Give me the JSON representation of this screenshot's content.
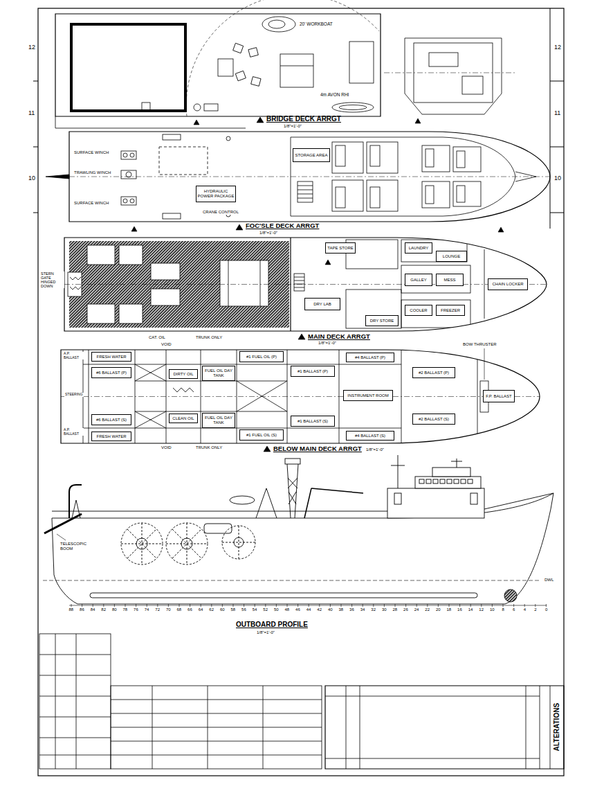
{
  "diagram": {
    "nodes": [
      {
        "text": [
          "BRIDGE DECK ARRGT",
          "1/8\"=1'-0\""
        ]
      },
      {
        "text": [
          "FOC'SLE DECK ARRGT",
          "1/8\"=1'-0\""
        ]
      },
      {
        "text": [
          "STORAGE AREA"
        ],
        "in": 1
      },
      {
        "text": [
          "HYDRAULIC POWER PACKAGE"
        ],
        "in": 1
      },
      {
        "text": [
          "MAIN DECK ARRGT",
          "1/8\"=1'-0\""
        ]
      },
      {
        "text": [
          "TAPE STORE"
        ],
        "in": 4
      },
      {
        "text": [
          "DRY LAB"
        ],
        "in": 4
      },
      {
        "text": [
          "LAUNDRY"
        ],
        "in": 4
      },
      {
        "text": [
          "GALLEY"
        ],
        "in": 4
      },
      {
        "text": [
          "MESS"
        ],
        "in": 4
      },
      {
        "text": [
          "LOUNGE"
        ],
        "in": 4
      },
      {
        "text": [
          "COOLER"
        ],
        "in": 4
      },
      {
        "text": [
          "FREEZER"
        ],
        "in": 4
      },
      {
        "text": [
          "DRY STORE"
        ],
        "in": 4
      },
      {
        "text": [
          "CHAIN LOCKER"
        ],
        "in": 4
      },
      {
        "text": [
          "BELOW MAIN DECK ARRGT",
          "1/8\"=1'-0\""
        ]
      },
      {
        "text": [
          "FRESH WATER"
        ],
        "in": 15
      },
      {
        "text": [
          "#6 BALLAST (P)"
        ],
        "in": 15
      },
      {
        "text": [
          "#6 BALLAST (S)"
        ],
        "in": 15
      },
      {
        "text": [
          "FRESH WATER"
        ],
        "in": 15
      },
      {
        "text": [
          "DIRTY OIL"
        ],
        "in": 15
      },
      {
        "text": [
          "CLEAN OIL"
        ],
        "in": 15
      },
      {
        "text": [
          "FUEL OIL DAY TANK"
        ],
        "in": 15
      },
      {
        "text": [
          "FUEL OIL DAY TANK"
        ],
        "in": 15
      },
      {
        "text": [
          "#1 FUEL OIL (P)"
        ],
        "in": 15
      },
      {
        "text": [
          "#1 FUEL OIL (S)"
        ],
        "in": 15
      },
      {
        "text": [
          "#1 BALLAST (P)"
        ],
        "in": 15
      },
      {
        "text": [
          "#1 BALLAST (S)"
        ],
        "in": 15
      },
      {
        "text": [
          "INSTRUMENT ROOM"
        ],
        "in": 15
      },
      {
        "text": [
          "#4 BALLAST (P)"
        ],
        "in": 15
      },
      {
        "text": [
          "#4 BALLAST (S)"
        ],
        "in": 15
      },
      {
        "text": [
          "#2 BALLAST (P)"
        ],
        "in": 15
      },
      {
        "text": [
          "#2 BALLAST (S)"
        ],
        "in": 15
      },
      {
        "text": [
          "F.P. BALLAST"
        ],
        "in": 15
      },
      {
        "text": [
          "ALTERATIONS"
        ]
      }
    ],
    "labels": [
      "12",
      "11",
      "10",
      "12",
      "11",
      "10",
      "20' WORKBOAT",
      "4m AVON RHI",
      "SURFACE WINCH",
      "TRAWLING WINCH",
      "SURFACE WINCH",
      "CRANE CONTROL",
      "STERN GATE HINGED DOWN",
      "A.P. BALLAST",
      "A.P. BALLAST",
      "CAT. OIL",
      "TRUNK ONLY",
      "VOID",
      "VOID",
      "TRUNK ONLY",
      "BOW THRUSTER",
      "STEERING",
      "TELESCOPIC BOOM",
      "DWL",
      "OUTBOARD PROFILE",
      "1/8\"=1'-0\"",
      "88",
      "86",
      "84",
      "82",
      "80",
      "78",
      "76",
      "74",
      "72",
      "70",
      "68",
      "66",
      "64",
      "62",
      "60",
      "58",
      "56",
      "54",
      "52",
      "50",
      "48",
      "46",
      "44",
      "42",
      "40",
      "38",
      "36",
      "34",
      "32",
      "30",
      "28",
      "26",
      "24",
      "22",
      "20",
      "18",
      "16",
      "14",
      "12",
      "10",
      "8",
      "6",
      "4",
      "2",
      "0"
    ]
  }
}
